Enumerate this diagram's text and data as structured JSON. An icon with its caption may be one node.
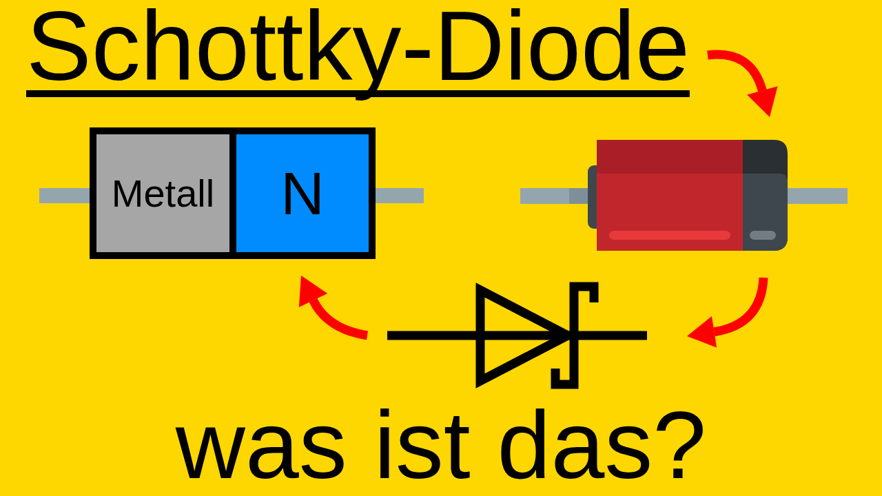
{
  "diagram": {
    "title": "Schottky-Diode",
    "caption": "was ist das?",
    "nodes": [
      {
        "text": [],
        "shape": "box"
      },
      {
        "text": [
          "Metall"
        ],
        "in": 0
      },
      {
        "text": [
          "N"
        ],
        "in": 0
      },
      {
        "text": [],
        "shape": "picture"
      },
      {
        "text": [],
        "shape": "picture"
      }
    ],
    "edges": [
      {
        "from": null,
        "to": 3,
        "arrow": "to"
      },
      {
        "from": 3,
        "to": 4,
        "arrow": "to"
      },
      {
        "from": 4,
        "to": 0,
        "arrow": "to"
      }
    ]
  }
}
